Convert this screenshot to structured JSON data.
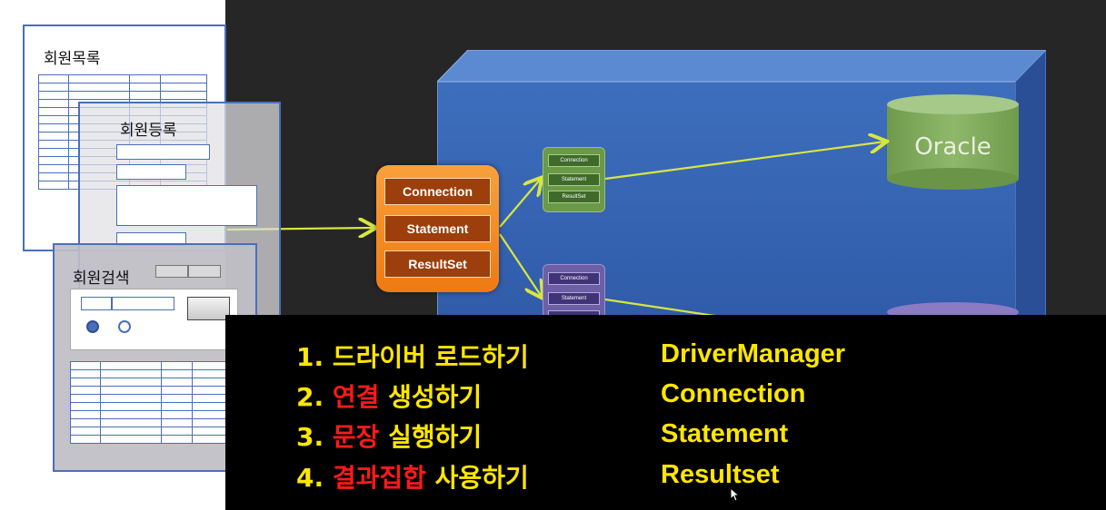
{
  "documents": {
    "member_list_title": "회원목록",
    "member_register_title": "회원등록",
    "member_search_title": "회원검색"
  },
  "jdbc_objects": {
    "large": [
      "Connection",
      "Statement",
      "ResultSet"
    ],
    "small_green": [
      "Connection",
      "Statement",
      "ResultSet"
    ],
    "small_purple": [
      "Connection",
      "Statement"
    ]
  },
  "databases": {
    "oracle_label": "Oracle"
  },
  "steps": [
    {
      "num": "1.",
      "highlight": "",
      "text": "드라이버 로드하기",
      "api": "DriverManager"
    },
    {
      "num": "2.",
      "highlight": "연결",
      "text": "생성하기",
      "api": "Connection"
    },
    {
      "num": "3.",
      "highlight": "문장",
      "text": "실행하기",
      "api": "Statement"
    },
    {
      "num": "4.",
      "highlight": "결과집합",
      "text": "사용하기",
      "api": "Resultset"
    }
  ],
  "colors": {
    "step_text": "#ffe600",
    "highlight": "#ff1a1a",
    "arrow": "#d8e640",
    "box_blue": "#3d6ebd"
  }
}
